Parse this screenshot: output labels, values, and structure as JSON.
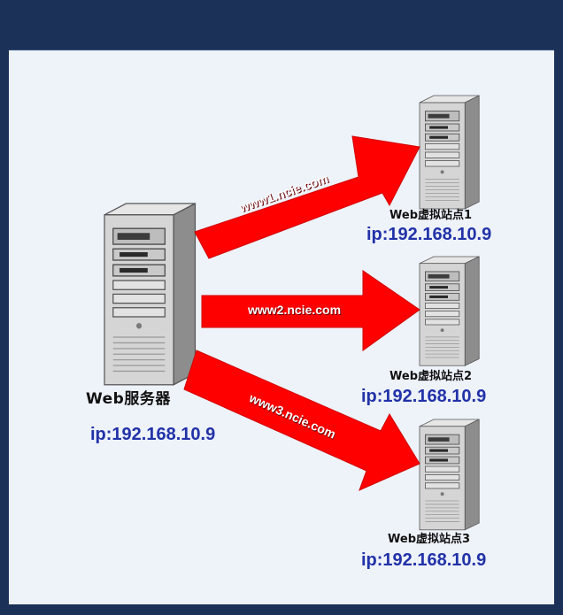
{
  "main_server": {
    "name": "Web服务器",
    "ip": "ip:192.168.10.9",
    "icon": "server-tower-icon"
  },
  "virtual_sites": [
    {
      "name": "Web虚拟站点1",
      "ip": "ip:192.168.10.9",
      "domain": "www1.ncie.com",
      "icon": "server-tower-icon"
    },
    {
      "name": "Web虚拟站点2",
      "ip": "ip:192.168.10.9",
      "domain": "www2.ncie.com",
      "icon": "server-tower-icon"
    },
    {
      "name": "Web虚拟站点3",
      "ip": "ip:192.168.10.9",
      "domain": "www3.ncie.com",
      "icon": "server-tower-icon"
    }
  ],
  "colors": {
    "frame": "#1c3158",
    "panel": "#eef2f9",
    "arrow": "#ff0000",
    "ip_text": "#2132a8"
  }
}
